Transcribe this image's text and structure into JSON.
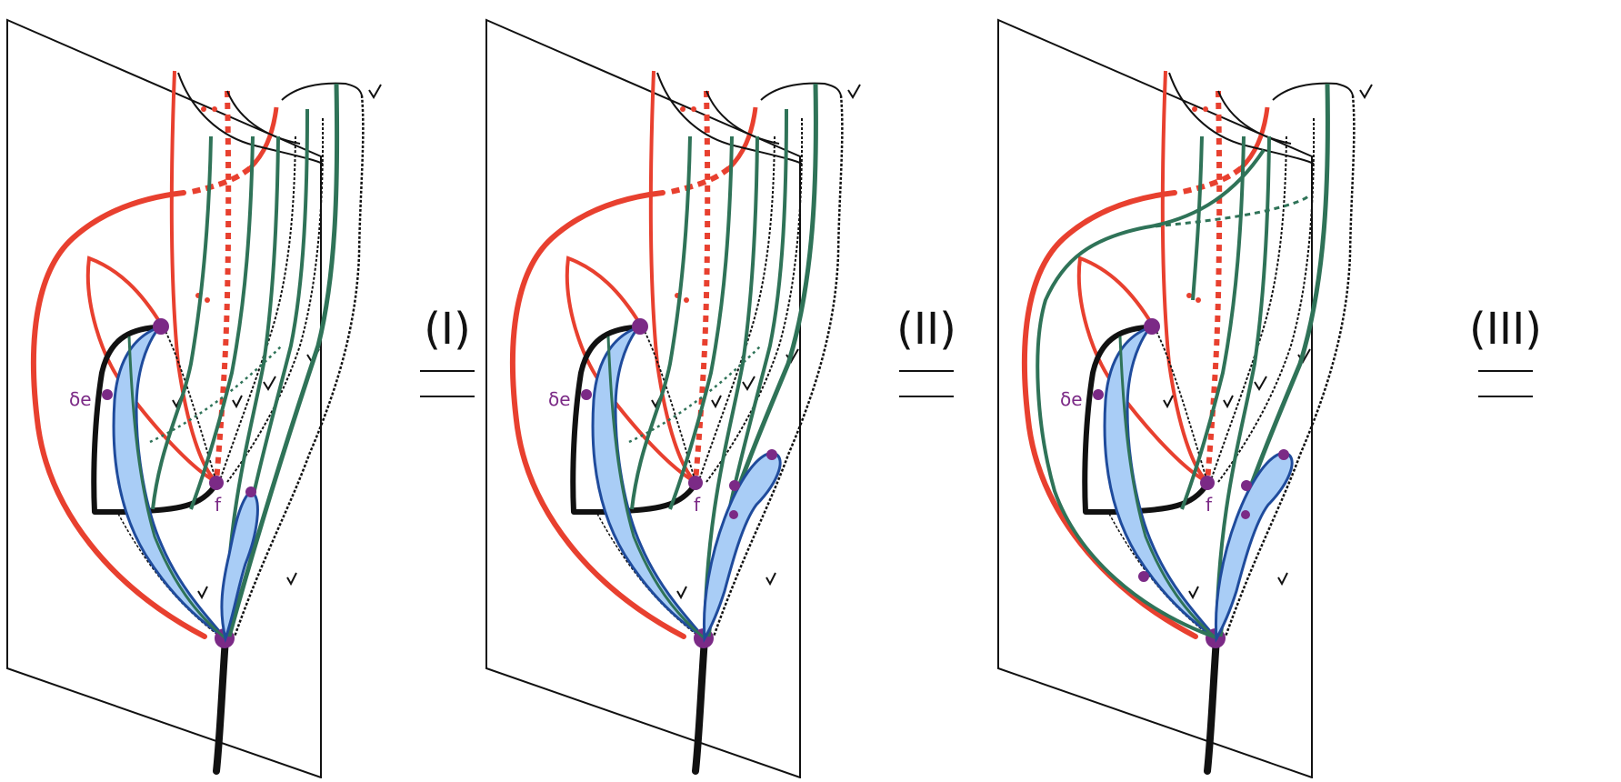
{
  "colors": {
    "red": "#e8402f",
    "green": "#2f7358",
    "blue_fill": "#a9cdf6",
    "blue_stroke": "#1f4b9c",
    "purple": "#7b2a86",
    "black": "#111111"
  },
  "panels": [
    {
      "step_label": "(I)",
      "de_label": "δe",
      "f_label": "f",
      "v_label": "v"
    },
    {
      "step_label": "(II)",
      "de_label": "δe",
      "f_label": "f",
      "v_label": "v"
    },
    {
      "step_label": "(III)",
      "de_label": "δe",
      "f_label": "f",
      "v_label": "v"
    }
  ]
}
